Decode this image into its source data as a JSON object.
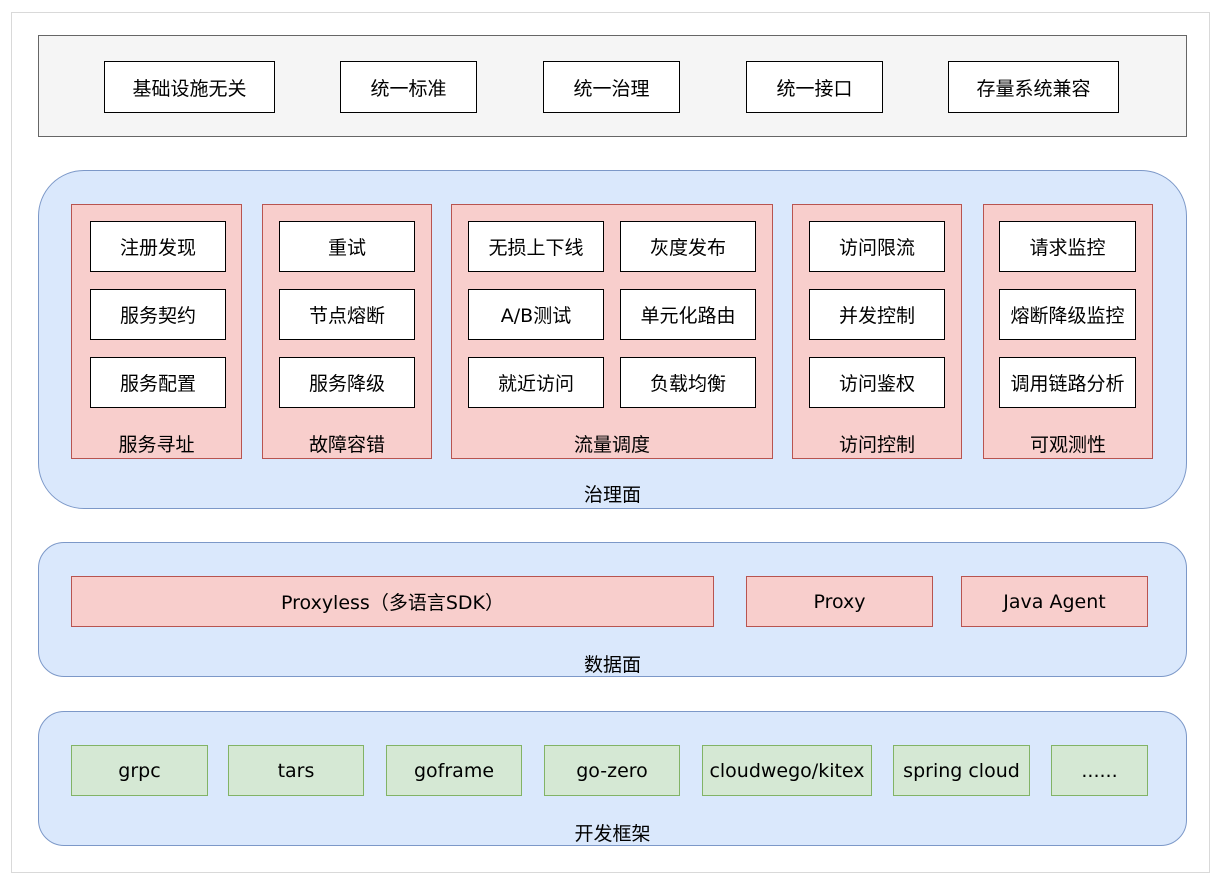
{
  "top": {
    "items": [
      "基础设施无关",
      "统一标准",
      "统一治理",
      "统一接口",
      "存量系统兼容"
    ]
  },
  "governance": {
    "title": "治理面",
    "groups": [
      {
        "title": "服务寻址",
        "items": [
          "注册发现",
          "服务契约",
          "服务配置"
        ]
      },
      {
        "title": "故障容错",
        "items": [
          "重试",
          "节点熔断",
          "服务降级"
        ]
      },
      {
        "title": "流量调度",
        "items": [
          "无损上下线",
          "灰度发布",
          "A/B测试",
          "单元化路由",
          "就近访问",
          "负载均衡"
        ]
      },
      {
        "title": "访问控制",
        "items": [
          "访问限流",
          "并发控制",
          "访问鉴权"
        ]
      },
      {
        "title": "可观测性",
        "items": [
          "请求监控",
          "熔断降级监控",
          "调用链路分析"
        ]
      }
    ]
  },
  "dataplane": {
    "title": "数据面",
    "items": [
      "Proxyless（多语言SDK）",
      "Proxy",
      "Java Agent"
    ]
  },
  "frameworks": {
    "title": "开发框架",
    "items": [
      "grpc",
      "tars",
      "goframe",
      "go-zero",
      "cloudwego/kitex",
      "spring cloud",
      "......"
    ]
  }
}
